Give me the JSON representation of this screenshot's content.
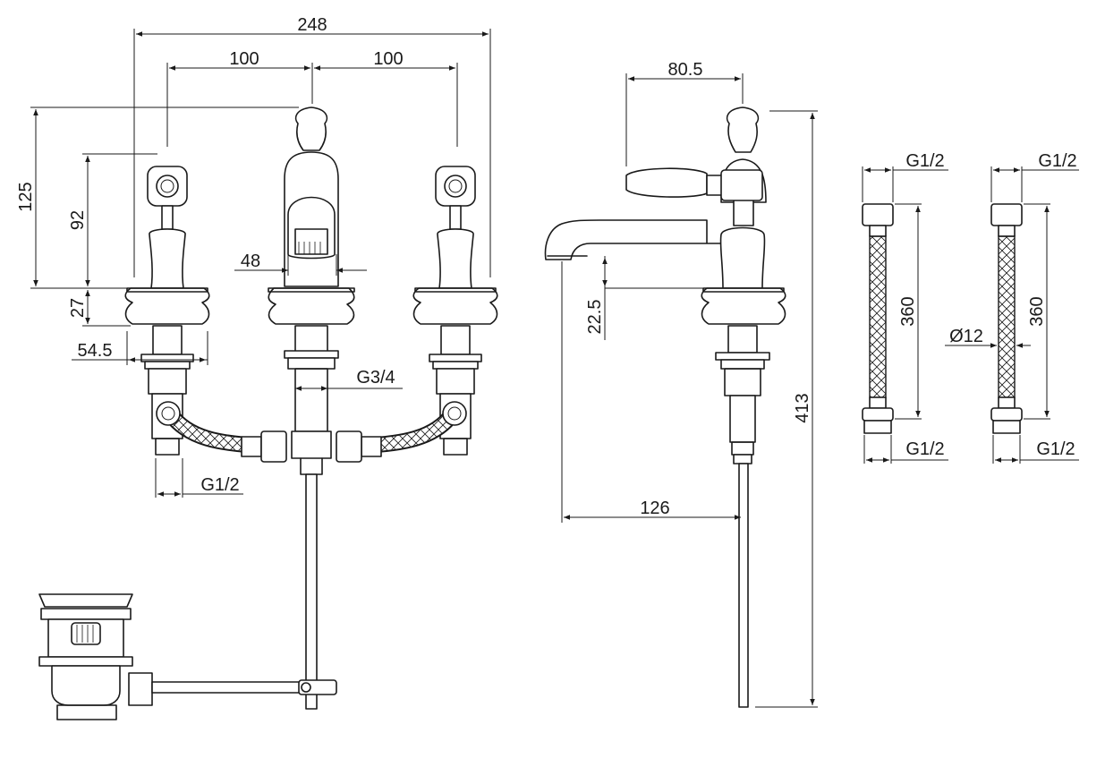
{
  "dimensions": {
    "overall_width": "248",
    "left_spacing": "100",
    "right_spacing": "100",
    "handle_height": "125",
    "side_handle_height": "92",
    "spout_width": "48",
    "base_height": "27",
    "base_width": "54.5",
    "main_thread": "G3/4",
    "inlet_thread": "G1/2",
    "spout_projection_depth": "80.5",
    "spout_clearance": "22.5",
    "spout_reach": "126",
    "total_height": "413",
    "hose_top_thread_1": "G1/2",
    "hose_length_1": "360",
    "hose_bottom_thread_1": "G1/2",
    "hose_top_thread_2": "G1/2",
    "hose_length_2": "360",
    "hose_diameter": "Ø12",
    "hose_bottom_thread_2": "G1/2"
  }
}
